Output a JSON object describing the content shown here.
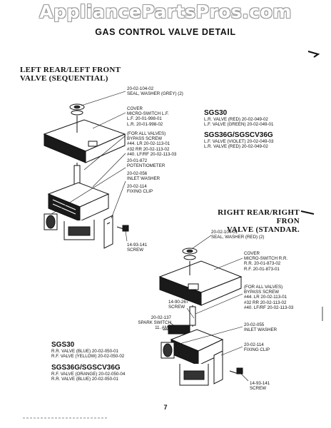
{
  "watermark": "AppliancePartsPros.com",
  "title": "GAS CONTROL VALVE DETAIL",
  "page_number": "7",
  "left_section": {
    "title_line1": "LEFT REAR/LEFT FRONT",
    "title_line2": "VALVE (SEQUENTIAL)",
    "callouts": {
      "seal": [
        "20-02-104-02",
        "SEAL, WASHER (GREY) (2)"
      ],
      "cover": [
        "COVER",
        "MICRO-SWITCH L.F.",
        "L.F. 20-01-998-01",
        "L.R. 20-01-998-02"
      ],
      "bypass": [
        "(FOR ALL VALVES)",
        "BYPASS SCREW",
        "#44. LR 20-02-113-01",
        "#32 RR 20-02-113-02",
        "#40. LF/RF 20-02-113-03"
      ],
      "potentiometer": [
        "20-01-872",
        "POTENTIOMETER"
      ],
      "inlet_washer": [
        "20-02-056",
        "INLET WASHER"
      ],
      "fixing_clip": [
        "20-02-114",
        "FIXING CLIP"
      ],
      "screw": [
        "14-93-141",
        "SCREW"
      ]
    },
    "sgs30": {
      "heading": "SGS30",
      "lines": [
        "L.R. VALVE (RED) 20-02-049-02",
        "L.F. VALVE (GREEN) 20-02-049-01"
      ]
    },
    "sgs36g": {
      "heading": "SGS36G/SGSCV36G",
      "lines": [
        "L.F. VALVE (VIOLET) 20-02-049-03",
        "L.R. VALVE (RED) 20-02-049-02"
      ]
    }
  },
  "right_section": {
    "title_line1": "RIGHT REAR/RIGHT FRON",
    "title_line2": "VALVE (STANDAR.",
    "callouts": {
      "seal": [
        "20-02-104-01",
        "SEAL, WASHER (RED) (2)"
      ],
      "cover": [
        "COVER",
        "MICRO-SWITCH R.R.",
        "R.R. 20-01-873-02",
        "R.F. 20-01-873-01"
      ],
      "bypass": [
        "(FOR ALL VALVES)",
        "BYPASS SCREW",
        "#44. LR 20-02-113-01",
        "#32 RR 20-02-113-02",
        "#40. LF/RF 20-02-113-03"
      ],
      "screw_upper": [
        "14-90-267",
        "SCREW"
      ],
      "spark": [
        "20-02-137",
        "SPARK SWITCH",
        "11. AMP"
      ],
      "inlet_washer": [
        "20-02-055",
        "INLET WASHER"
      ],
      "fixing_clip": [
        "20-02-114",
        "FIXING CLIP"
      ],
      "screw": [
        "14-93-141",
        "SCREW"
      ]
    },
    "sgs30": {
      "heading": "SGS30",
      "lines": [
        "R.R. VALVE (BLUE) 20-02-050-01",
        "R.F. VALVE (YELLOW) 20-02-050-02"
      ]
    },
    "sgs36g": {
      "heading": "SGS36G/SGSCV36G",
      "lines": [
        "R.F. VALVE (ORANGE) 20-02-050-04",
        "R.R. VALVE (BLUE) 20-02-050-01"
      ]
    }
  }
}
